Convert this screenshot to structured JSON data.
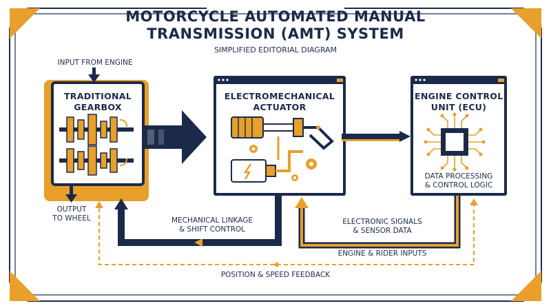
{
  "header": {
    "title_line1": "MOTORCYCLE AUTOMATED MANUAL",
    "title_line2": "TRANSMISSION (AMT) SYSTEM",
    "subtitle": "SIMPLIFIED EDITORIAL DIAGRAM"
  },
  "boxes": {
    "gearbox": {
      "line1": "TRADITIONAL",
      "line2": "GEARBOX"
    },
    "actuator": {
      "line1": "ELECTROMECHANICAL",
      "line2": "ACTUATOR"
    },
    "ecu": {
      "line1": "ENGINE CONTROL",
      "line2": "UNIT (ECU)",
      "caption1": "DATA PROCESSING",
      "caption2": "& CONTROL LOGIC"
    }
  },
  "labels": {
    "input": "INPUT FROM ENGINE",
    "output1": "OUTPUT",
    "output2": "TO WHEEL",
    "linkage1": "MECHANICAL LINKAGE",
    "linkage2": "& SHIFT CONTROL",
    "signals1": "ELECTRONIC SIGNALS",
    "signals2": "& SENSOR DATA",
    "rider": "ENGINE & RIDER INPUTS",
    "feedback": "POSITION & SPEED FEEDBACK"
  },
  "colors": {
    "navy": "#1b2a4a",
    "orange": "#e8a02a",
    "white": "#ffffff"
  }
}
